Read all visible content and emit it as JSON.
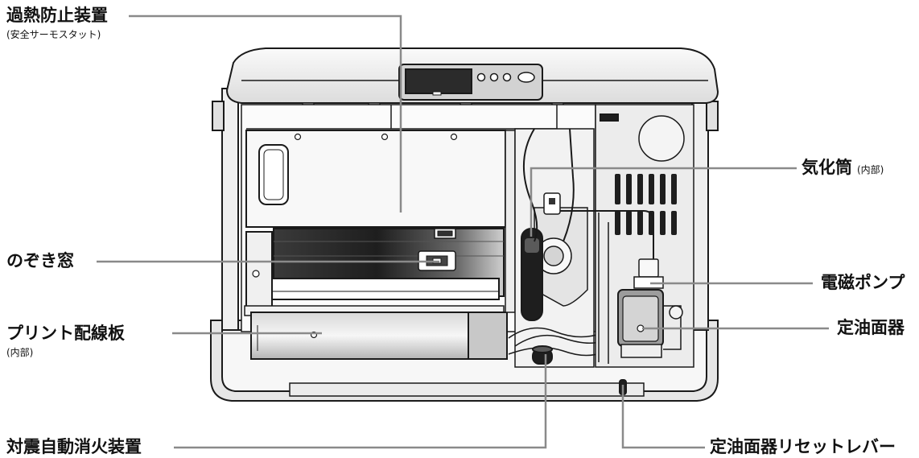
{
  "labels": {
    "overheat": "過熱防止装置",
    "overheat_sub": "(安全サーモスタット)",
    "viewing_window": "のぞき窓",
    "pcb": "プリント配線板",
    "pcb_sub": "(内部)",
    "quake_extinguisher": "対震自動消火装置",
    "vaporizer": "気化筒",
    "vaporizer_sub": "(内部)",
    "solenoid_pump": "電磁ポンプ",
    "oil_level_device": "定油面器",
    "reset_lever": "定油面器リセットレバー"
  },
  "colors": {
    "leader": "#8a8a8a",
    "outline": "#1a1a1a",
    "body_light": "#f4f4f4",
    "shade": "#bdbdbd",
    "dark": "#2a2a2a"
  }
}
